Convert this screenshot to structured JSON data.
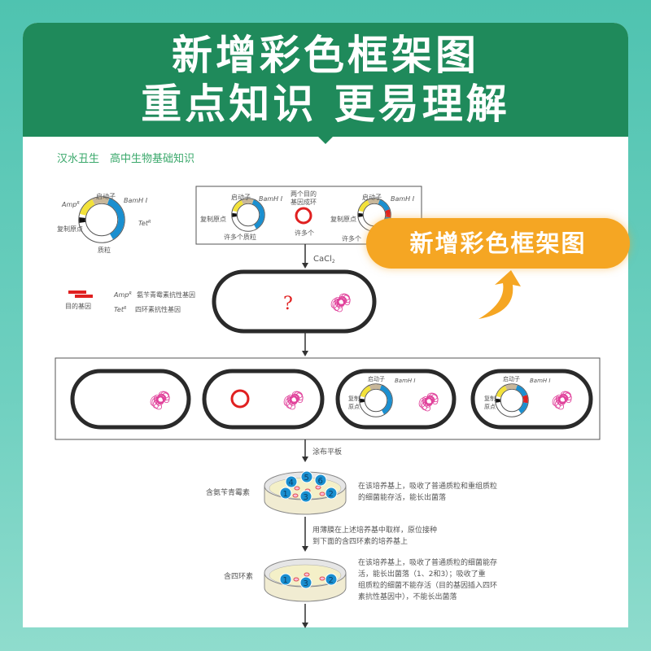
{
  "banner": {
    "line1": "新增彩色框架图",
    "line2": "重点知识  更易理解"
  },
  "page_header": "汉水丑生　高中生物基础知识",
  "callout": "新增彩色框架图",
  "plasmid": {
    "promoter": "启动子",
    "bamh": "BamH Ⅰ",
    "amp": "Amp",
    "tet": "Tet",
    "sup": "R",
    "ori": "复制原点",
    "ori_a": "复制",
    "ori_b": "原点",
    "label": "质粒",
    "many": "许多个质粒",
    "many_short": "许多个"
  },
  "ring": {
    "l1": "两个目的",
    "l2": "基因成环",
    "many": "许多个"
  },
  "legend": {
    "target": "目的基因",
    "amp": "氨苄青霉素抗性基因",
    "tet": "四环素抗性基因"
  },
  "steps": {
    "cacl": "CaCl",
    "cacl_sub": "2",
    "question": "?",
    "spread": "涂布平板",
    "transfer1": "用薄膜在上述培养基中取样，原位接种",
    "transfer2": "到下面的含四环素的培养基上"
  },
  "dish1": {
    "label": "含氨苄青霉素",
    "colonies": [
      "1",
      "2",
      "3",
      "4",
      "5",
      "6"
    ],
    "desc1": "在该培养基上，吸收了普通质粒和重组质粒",
    "desc2": "的细菌能存活，能长出菌落"
  },
  "dish2": {
    "label": "含四环素",
    "colonies": [
      "1",
      "2",
      "3"
    ],
    "desc1": "在该培养基上，吸收了普通质粒的细菌能存",
    "desc2": "活，能长出菌落（1、2和3）；吸收了重",
    "desc3": "组质粒的细菌不能存活（目的基因插入四环",
    "desc4": "素抗性基因中），不能长出菌落"
  },
  "colors": {
    "green": "#1f8a5b",
    "orange": "#f5a623",
    "blue": "#1a8fd0",
    "yellow": "#f3e23a",
    "red": "#e02020",
    "pink": "#e0409a"
  }
}
